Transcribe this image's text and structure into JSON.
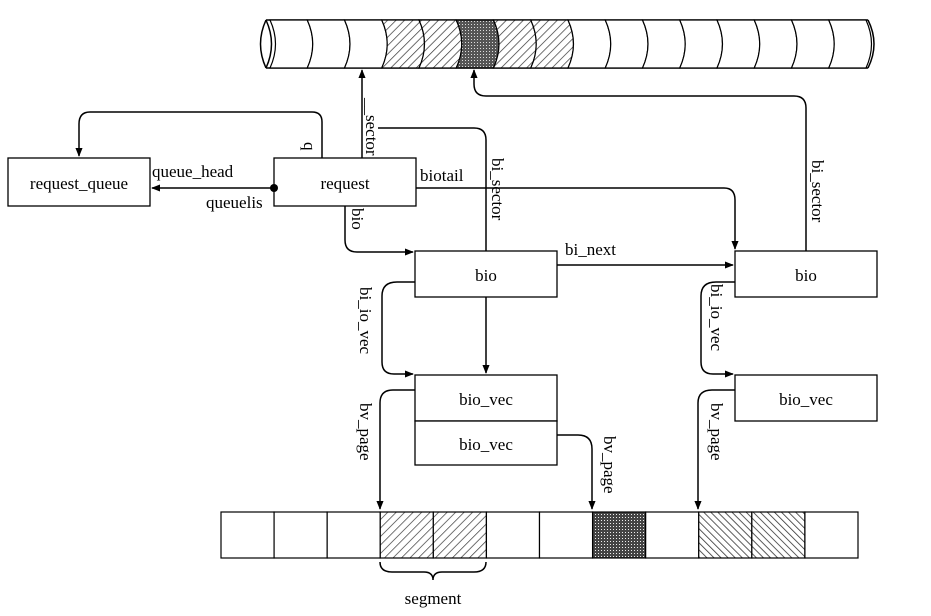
{
  "boxes": {
    "request_queue": "request_queue",
    "request": "request",
    "bio_left": "bio",
    "bio_right": "bio",
    "bio_vec_1": "bio_vec",
    "bio_vec_2": "bio_vec",
    "bio_vec_right": "bio_vec"
  },
  "labels": {
    "queue_head": "queue_head",
    "queuelis": "queuelis",
    "q": "q",
    "sector": "__sector",
    "biotail": "biotail",
    "bio": "bio",
    "bi_sector_left": "bi_sector",
    "bi_sector_right": "bi_sector",
    "bi_next": "bi_next",
    "bi_io_vec_left": "bi_io_vec",
    "bi_io_vec_right": "bi_io_vec",
    "bv_page_left": "bv_page",
    "bv_page_mid": "bv_page",
    "bv_page_right": "bv_page",
    "segment": "segment"
  },
  "disk": {
    "cell_count": 16,
    "patterns": [
      "plain",
      "plain",
      "plain",
      "hatch",
      "hatch",
      "dark",
      "hatch",
      "hatch",
      "plain",
      "plain",
      "plain",
      "plain",
      "plain",
      "plain",
      "plain",
      "plain"
    ]
  },
  "memory": {
    "cell_count": 12,
    "patterns": [
      "plain",
      "plain",
      "plain",
      "hatch",
      "hatch",
      "plain",
      "plain",
      "dots",
      "plain",
      "hatch2",
      "hatch2",
      "plain"
    ]
  }
}
